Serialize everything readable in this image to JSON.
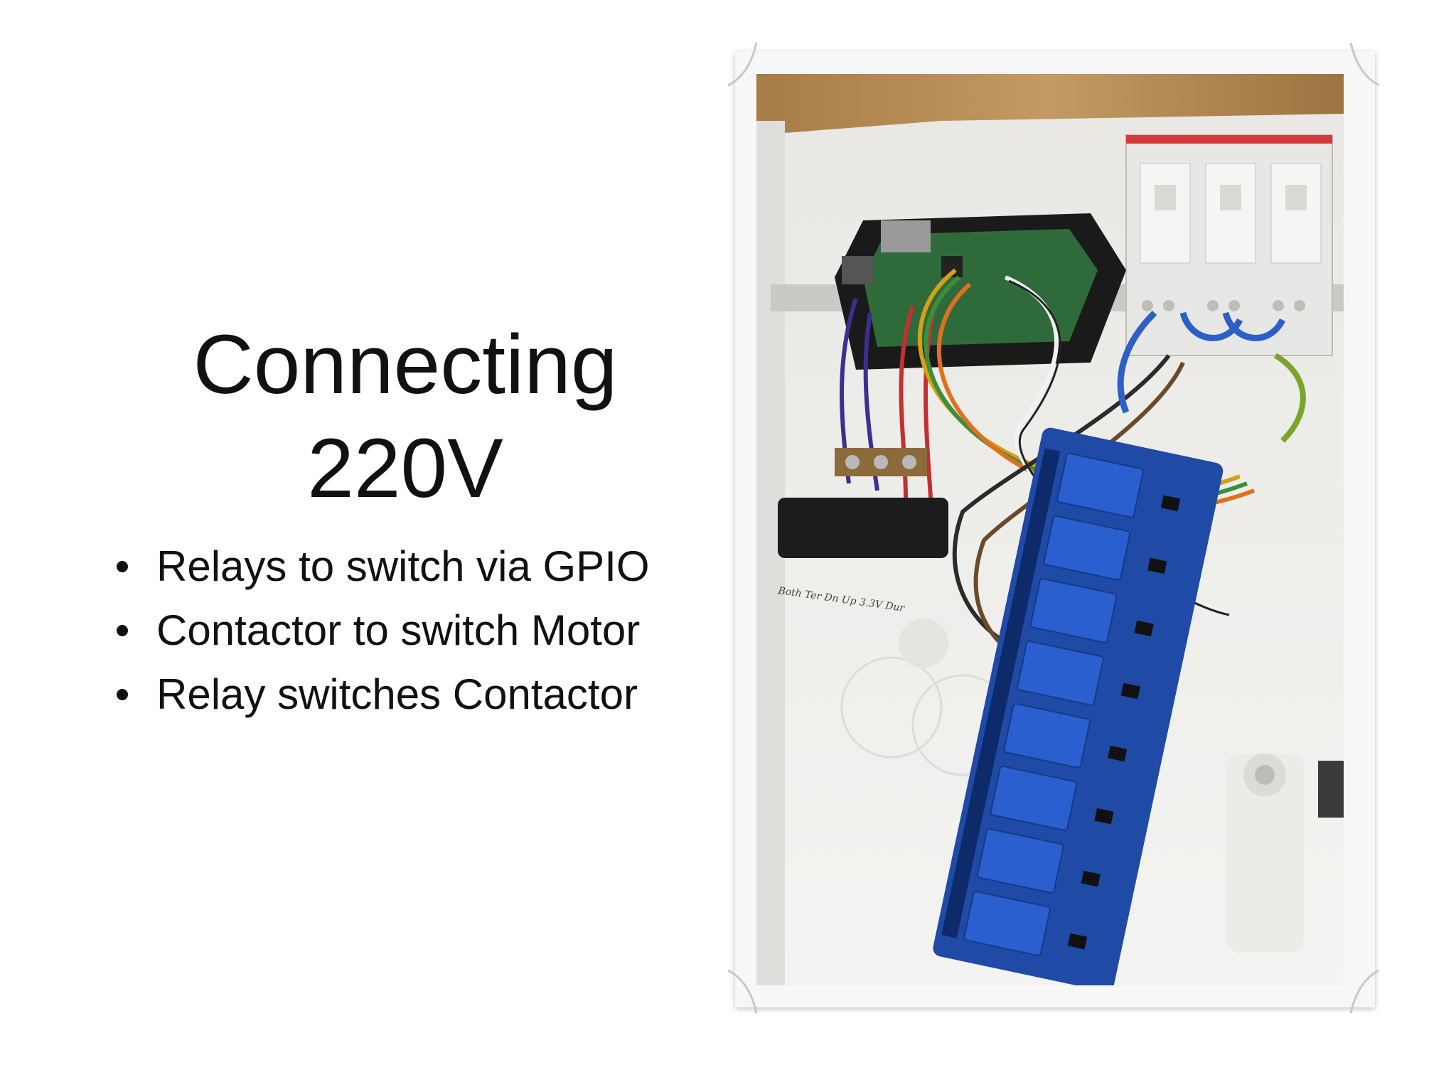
{
  "slide": {
    "title_line1": "Connecting",
    "title_line2": "220V",
    "bullets": [
      "Relays to switch via GPIO",
      "Contactor to switch Motor",
      "Relay switches Contactor"
    ]
  },
  "photo": {
    "subject": "relay-board-wiring-photo",
    "colors": {
      "frame": "#f4f4f4",
      "panel": "#ececea",
      "wood": "#b58a52",
      "relay_board": "#1f4aa6",
      "relay_cube": "#2a5fd0",
      "pi_board": "#2f6b3a",
      "pi_case": "#1a1a1a",
      "breaker": "#e6e6e6",
      "breaker_red": "#d23a3a"
    },
    "handwriting": "Both Ter Dn Up 3.3V Dur"
  }
}
